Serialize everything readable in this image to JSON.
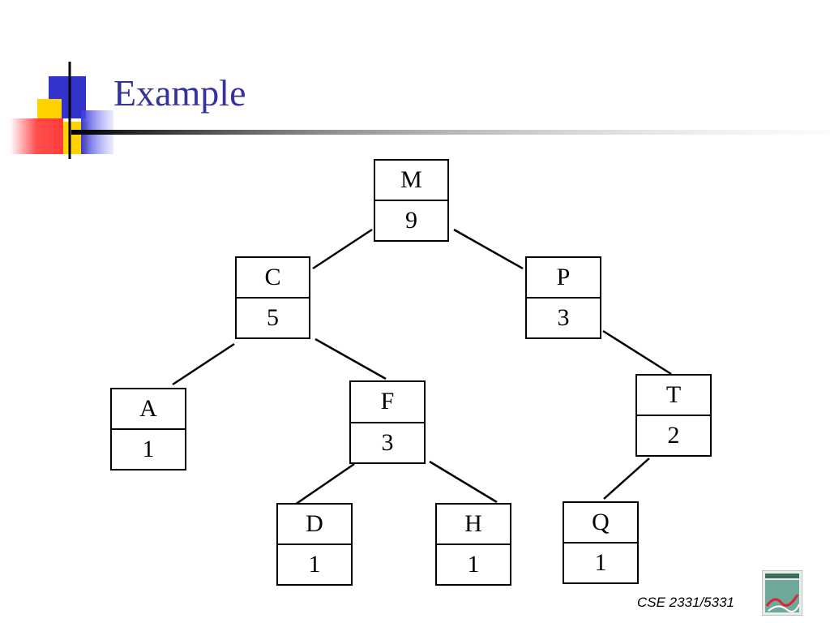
{
  "slide": {
    "title": "Example",
    "footer": "CSE 2331/5331",
    "title_color": "#333399"
  },
  "tree": {
    "nodes": [
      {
        "id": "M",
        "key": "M",
        "size": "9"
      },
      {
        "id": "C",
        "key": "C",
        "size": "5"
      },
      {
        "id": "P",
        "key": "P",
        "size": "3"
      },
      {
        "id": "A",
        "key": "A",
        "size": "1"
      },
      {
        "id": "F",
        "key": "F",
        "size": "3"
      },
      {
        "id": "T",
        "key": "T",
        "size": "2"
      },
      {
        "id": "D",
        "key": "D",
        "size": "1"
      },
      {
        "id": "H",
        "key": "H",
        "size": "1"
      },
      {
        "id": "Q",
        "key": "Q",
        "size": "1"
      }
    ],
    "edges": [
      {
        "from": "M",
        "to": "C"
      },
      {
        "from": "M",
        "to": "P"
      },
      {
        "from": "C",
        "to": "A"
      },
      {
        "from": "C",
        "to": "F"
      },
      {
        "from": "P",
        "to": "T"
      },
      {
        "from": "F",
        "to": "D"
      },
      {
        "from": "F",
        "to": "H"
      },
      {
        "from": "T",
        "to": "Q"
      }
    ]
  },
  "icons": {
    "logo": "colored-squares-logo",
    "book": "algorithms-book-cover-icon"
  }
}
